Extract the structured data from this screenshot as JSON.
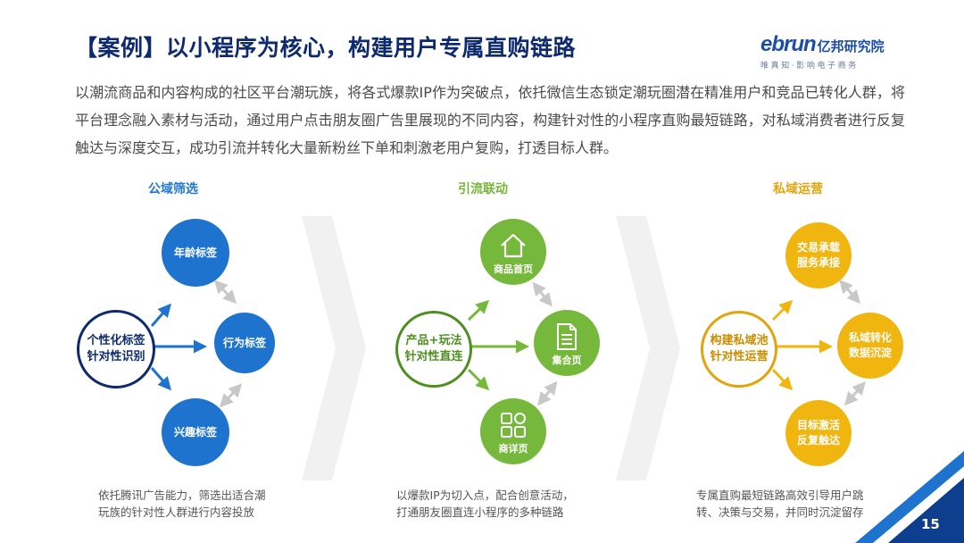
{
  "header": {
    "title": "【案例】以小程序为核心，构建用户专属直购链路",
    "logo_en": "ebrun",
    "logo_cn": "亿邦研究院",
    "logo_sub": "唯真知·影响电子商务"
  },
  "intro": {
    "text": "以潮流商品和内容构成的社区平台潮玩族，将各式爆款IP作为突破点，依托微信生态锁定潮玩圈潜在精准用户和竞品已转化人群，将平台理念融入素材与活动，通过用户点击朋友圈广告里展现的不同内容，构建针对性的小程序直购最短链路，对私域消费者进行反复触达与深度交互，成功引流并转化大量新粉丝下单和刺激老用户复购，打透目标人群。"
  },
  "columns": {
    "public": {
      "title": "公域筛选",
      "center_line1": "个性化标签",
      "center_line2": "针对性识别",
      "node1": "年龄标签",
      "node2": "行为标签",
      "node3": "兴趣标签",
      "caption_line1": "依托腾讯广告能力，筛选出适合潮",
      "caption_line2": "玩族的针对性人群进行内容投放",
      "color": "#1e73cf"
    },
    "traffic": {
      "title": "引流联动",
      "center_line1": "产品+玩法",
      "center_line2": "针对性直连",
      "node1": "商品首页",
      "node2": "集合页",
      "node3": "商详页",
      "icon1": "house-icon",
      "icon2": "document-icon",
      "icon3": "grid-icon",
      "caption_line1": "以爆款IP为切入点，配合创意活动，",
      "caption_line2": "打通朋友圈直连小程序的多种链路",
      "color": "#76b83b"
    },
    "private": {
      "title": "私域运营",
      "center_line1": "构建私域池",
      "center_line2": "针对性运营",
      "node1_line1": "交易承载",
      "node1_line2": "服务承接",
      "node2_line1": "私域转化",
      "node2_line2": "数据沉淀",
      "node3_line1": "目标激活",
      "node3_line2": "反复触达",
      "caption_line1": "专属直购最短链路高效引导用户跳",
      "caption_line2": "转、决策与交易，并同时沉淀留存",
      "color": "#f0b50f"
    }
  },
  "footer": {
    "page_number": "15",
    "accent": "#1e73cf"
  }
}
